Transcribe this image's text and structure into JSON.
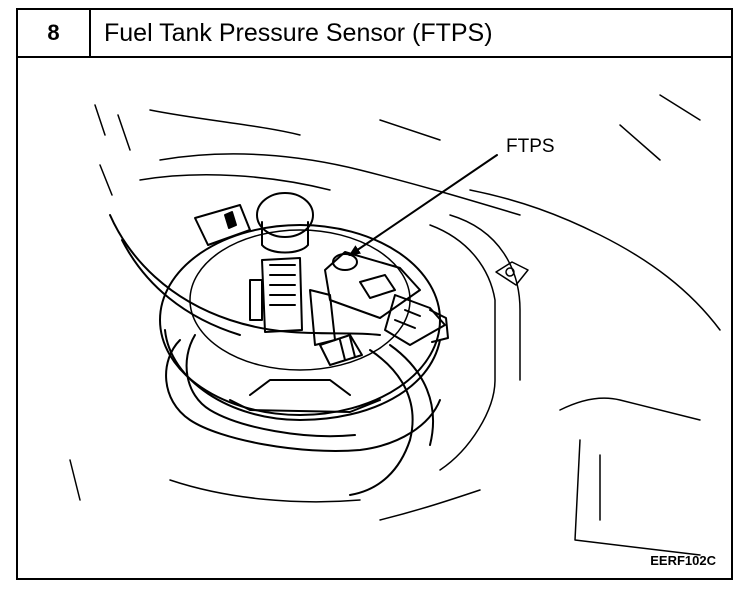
{
  "section": {
    "step_number": "8",
    "title": "Fuel Tank Pressure Sensor (FTPS)"
  },
  "illustration": {
    "callout_label": "FTPS",
    "figure_code": "EERF102C"
  }
}
